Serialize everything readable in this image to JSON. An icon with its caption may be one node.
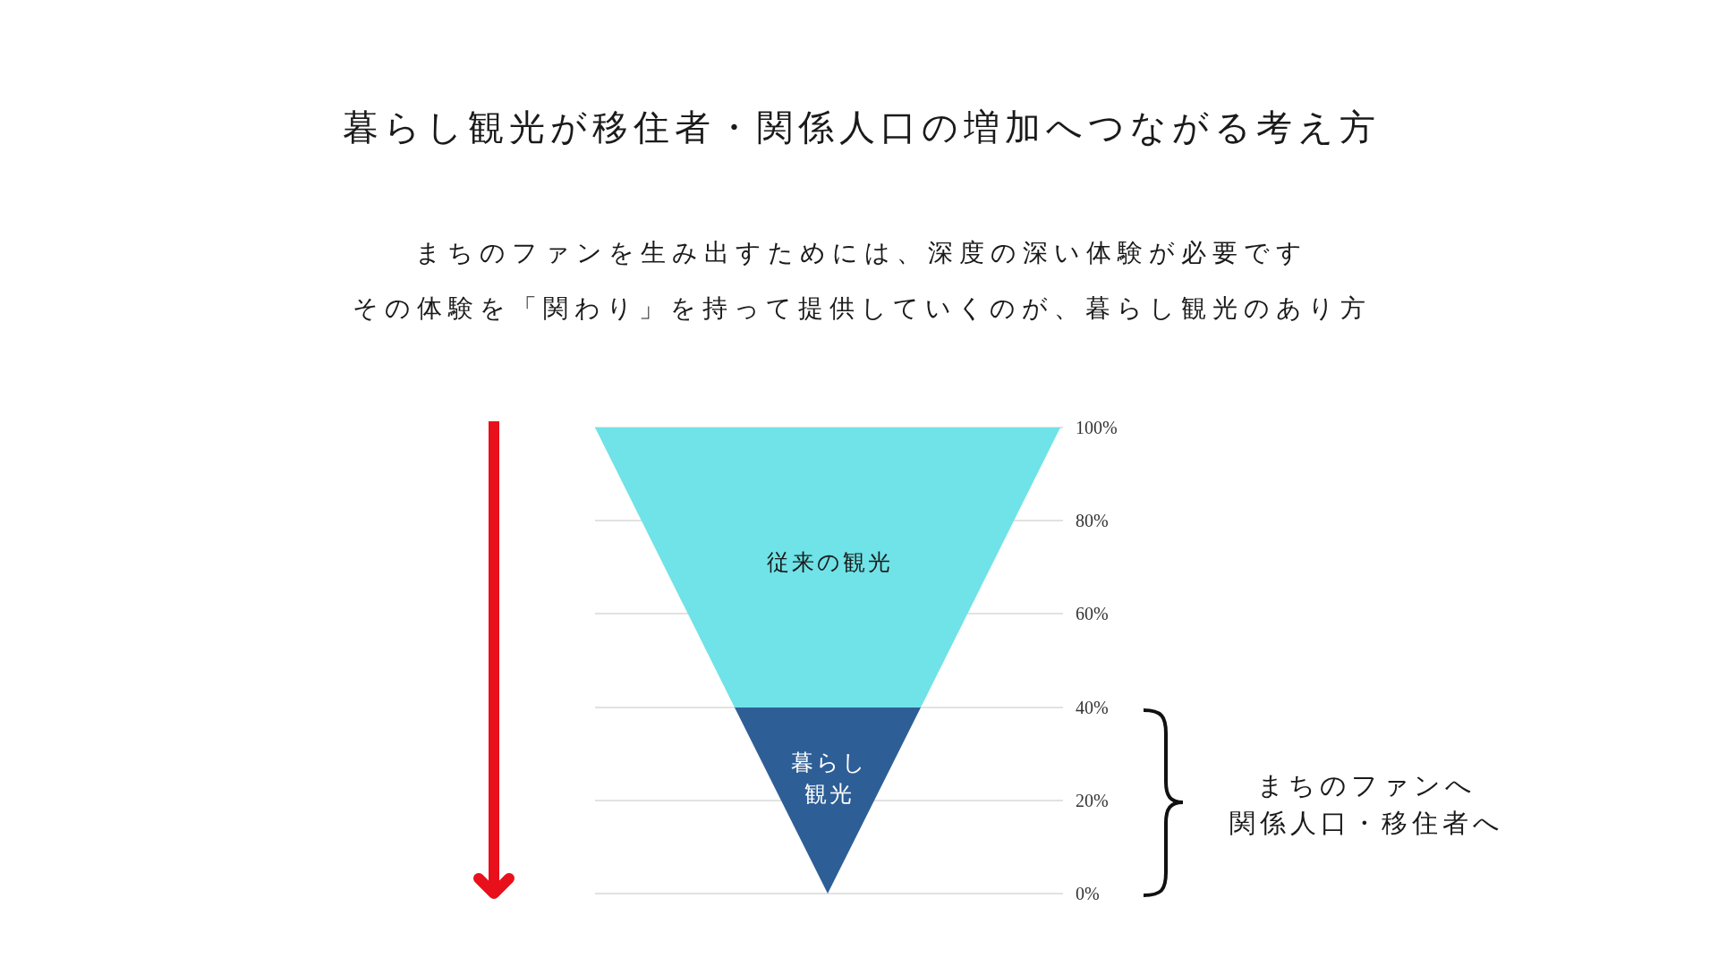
{
  "diagram": {
    "title": "暮らし観光が移住者・関係人口の増加へつながる考え方",
    "nodes": [
      {
        "text": [
          "従来の観光"
        ]
      },
      {
        "text": [
          "暮らし観光"
        ]
      }
    ],
    "labels": [
      "まちのファンを生み出すためには、深度の深い体験が必要です",
      "その体験を「関わり」を持って提供していくのが、暮らし観光のあり方",
      "100%",
      "80%",
      "60%",
      "40%",
      "20%",
      "0%",
      "まちのファンへ",
      "関係人口・移住者へ"
    ]
  }
}
